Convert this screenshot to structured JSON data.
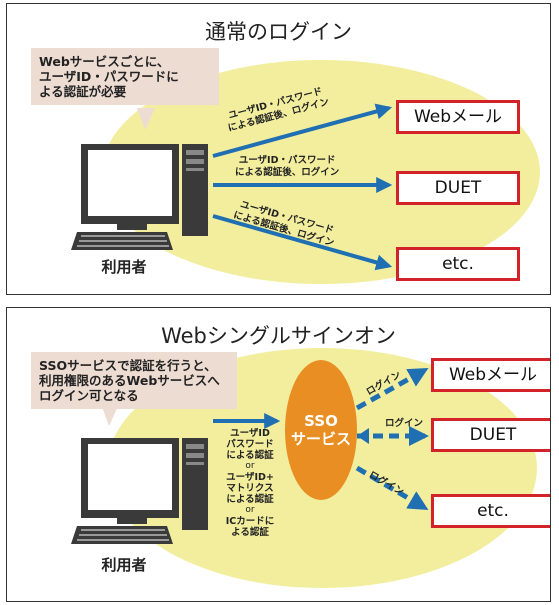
{
  "panel1": {
    "title": "通常のログイン",
    "callout": [
      "Webサービスごとに、",
      "ユーザID・パスワードに",
      "よる認証が必要"
    ],
    "user_label": "利用者",
    "arrow_labels": [
      [
        "ユーザID・パスワード",
        "による認証後、ログイン"
      ],
      [
        "ユーザID・パスワード",
        "による認証後、ログイン"
      ],
      [
        "ユーザID・パスワード",
        "による認証後、ログイン"
      ]
    ],
    "services": [
      "Webメール",
      "DUET",
      "etc."
    ]
  },
  "panel2": {
    "title": "Webシングルサインオン",
    "callout": [
      "SSOサービスで認証を行うと、",
      "利用権限のあるWebサービスへ",
      "ログイン可となる"
    ],
    "user_label": "利用者",
    "sso_label": [
      "SSO",
      "サービス"
    ],
    "auth_methods": {
      "a": [
        "ユーザID",
        "パスワード",
        "による認証"
      ],
      "or1": "or",
      "b": [
        "ユーザID+",
        "マトリクス",
        "による認証"
      ],
      "or2": "or",
      "c": [
        "ICカードに",
        "よる認証"
      ]
    },
    "login_labels": [
      "ログイン",
      "ログイン",
      "ログイン"
    ],
    "services": [
      "Webメール",
      "DUET",
      "etc."
    ]
  },
  "colors": {
    "ellipse": "#f2ee9e",
    "callout": "#ecdcd2",
    "arrow": "#1f6fb2",
    "service_border": "#d2222a",
    "sso": "#e98e22"
  }
}
